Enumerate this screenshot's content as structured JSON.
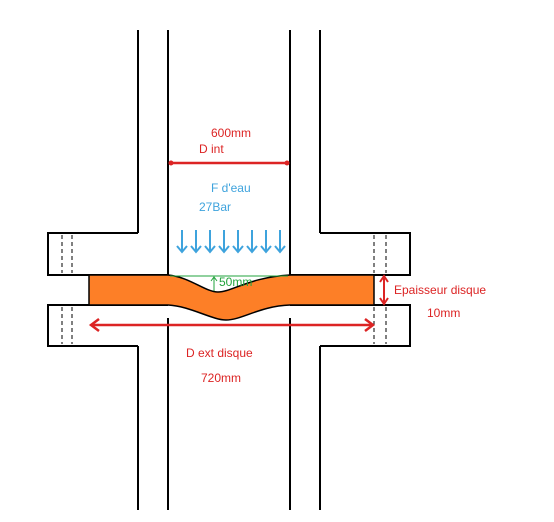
{
  "labels": {
    "inner_diameter_value": "600mm",
    "inner_diameter_name": "D int",
    "force_name": "F d'eau",
    "pressure_value": "27Bar",
    "deflection_value": "50mm",
    "thickness_name": "Epaisseur disque",
    "thickness_value": "10mm",
    "outer_diameter_name": "D ext  disque",
    "outer_diameter_value": "720mm"
  },
  "colors": {
    "outline": "#000000",
    "disc_fill": "#fd7f27",
    "dimension_red": "#dc2424",
    "pressure_blue": "#3ea3dd",
    "deflection_green": "#22a33c"
  }
}
